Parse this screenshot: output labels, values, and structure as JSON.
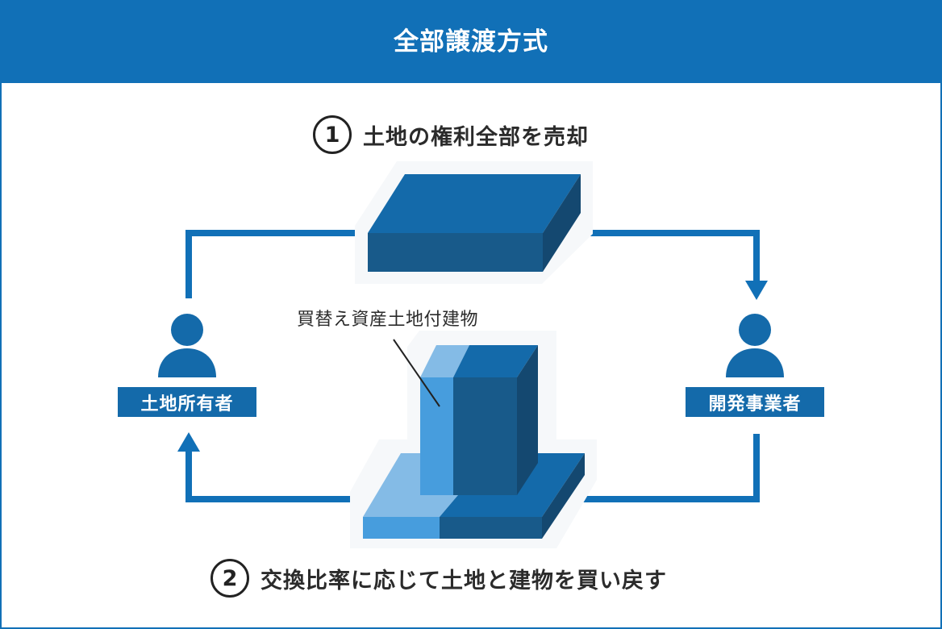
{
  "header": {
    "title": "全部譲渡方式"
  },
  "steps": [
    {
      "number": "1",
      "text": "土地の権利全部を売却"
    },
    {
      "number": "2",
      "text": "交換比率に応じて土地と建物を買い戻す"
    }
  ],
  "roles": {
    "owner": {
      "label": "土地所有者",
      "icon": "person-icon"
    },
    "developer": {
      "label": "開発事業者",
      "icon": "person-icon"
    }
  },
  "callout": {
    "text": "買替え資産土地付建物"
  },
  "flows": [
    {
      "from": "土地所有者",
      "to": "開発事業者",
      "via": "土地の権利全部を売却"
    },
    {
      "from": "開発事業者",
      "to": "土地所有者",
      "via": "交換比率に応じて土地と建物を買い戻す"
    }
  ],
  "colors": {
    "primary": "#1170b7",
    "block_top": "#146aaa",
    "block_front": "#185a8a",
    "block_side": "#144870",
    "light_top": "#84bbe6",
    "light_front": "#479ddd",
    "halo": "#f6f8fa",
    "text": "#2b2b2b"
  }
}
